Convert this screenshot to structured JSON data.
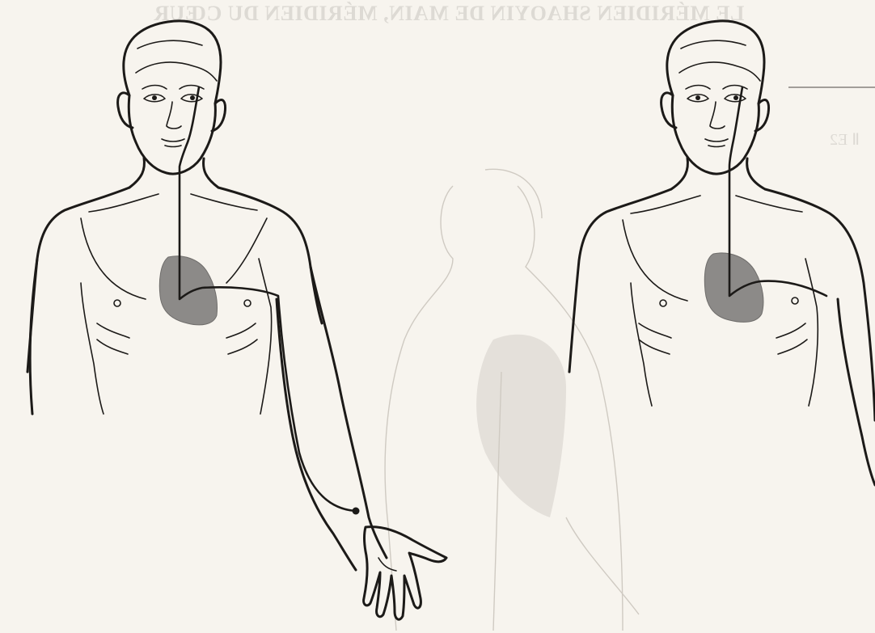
{
  "header": {
    "title_fragment": "LE MÉRIDIEN SHAOYIN DE MAIN, MÉRIDIEN DU CŒUR"
  },
  "side_label": "Ⅱ E2",
  "ghost_captions": {
    "left": "",
    "right": ""
  },
  "figures": [
    {
      "name": "figure-left",
      "has_arm": true,
      "meridian_end_point": true
    },
    {
      "name": "figure-right",
      "has_arm": false,
      "meridian_end_point": false
    }
  ],
  "colors": {
    "paper": "#f7f4ee",
    "ink": "#1c1a18",
    "heart_region": "#8c8a88",
    "bleed_through": "#cfcac2"
  }
}
